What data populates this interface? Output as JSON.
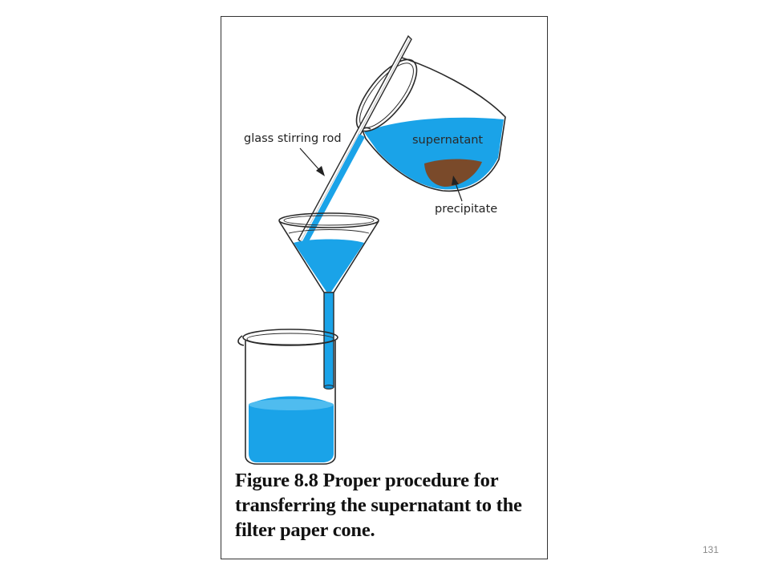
{
  "figure": {
    "labels": {
      "rod": "glass stirring rod",
      "supernatant": "supernatant",
      "precipitate": "precipitate"
    },
    "caption": {
      "number": "Figure 8.8",
      "text": " Proper procedure for transferring the supernatant to the filter paper cone."
    },
    "colors": {
      "liquid": "#1aa3e8",
      "liquid_dark": "#0f8fd6",
      "precipitate": "#7a4a2a",
      "outline": "#2a2a2a"
    }
  },
  "slide": {
    "page_number": "131"
  }
}
